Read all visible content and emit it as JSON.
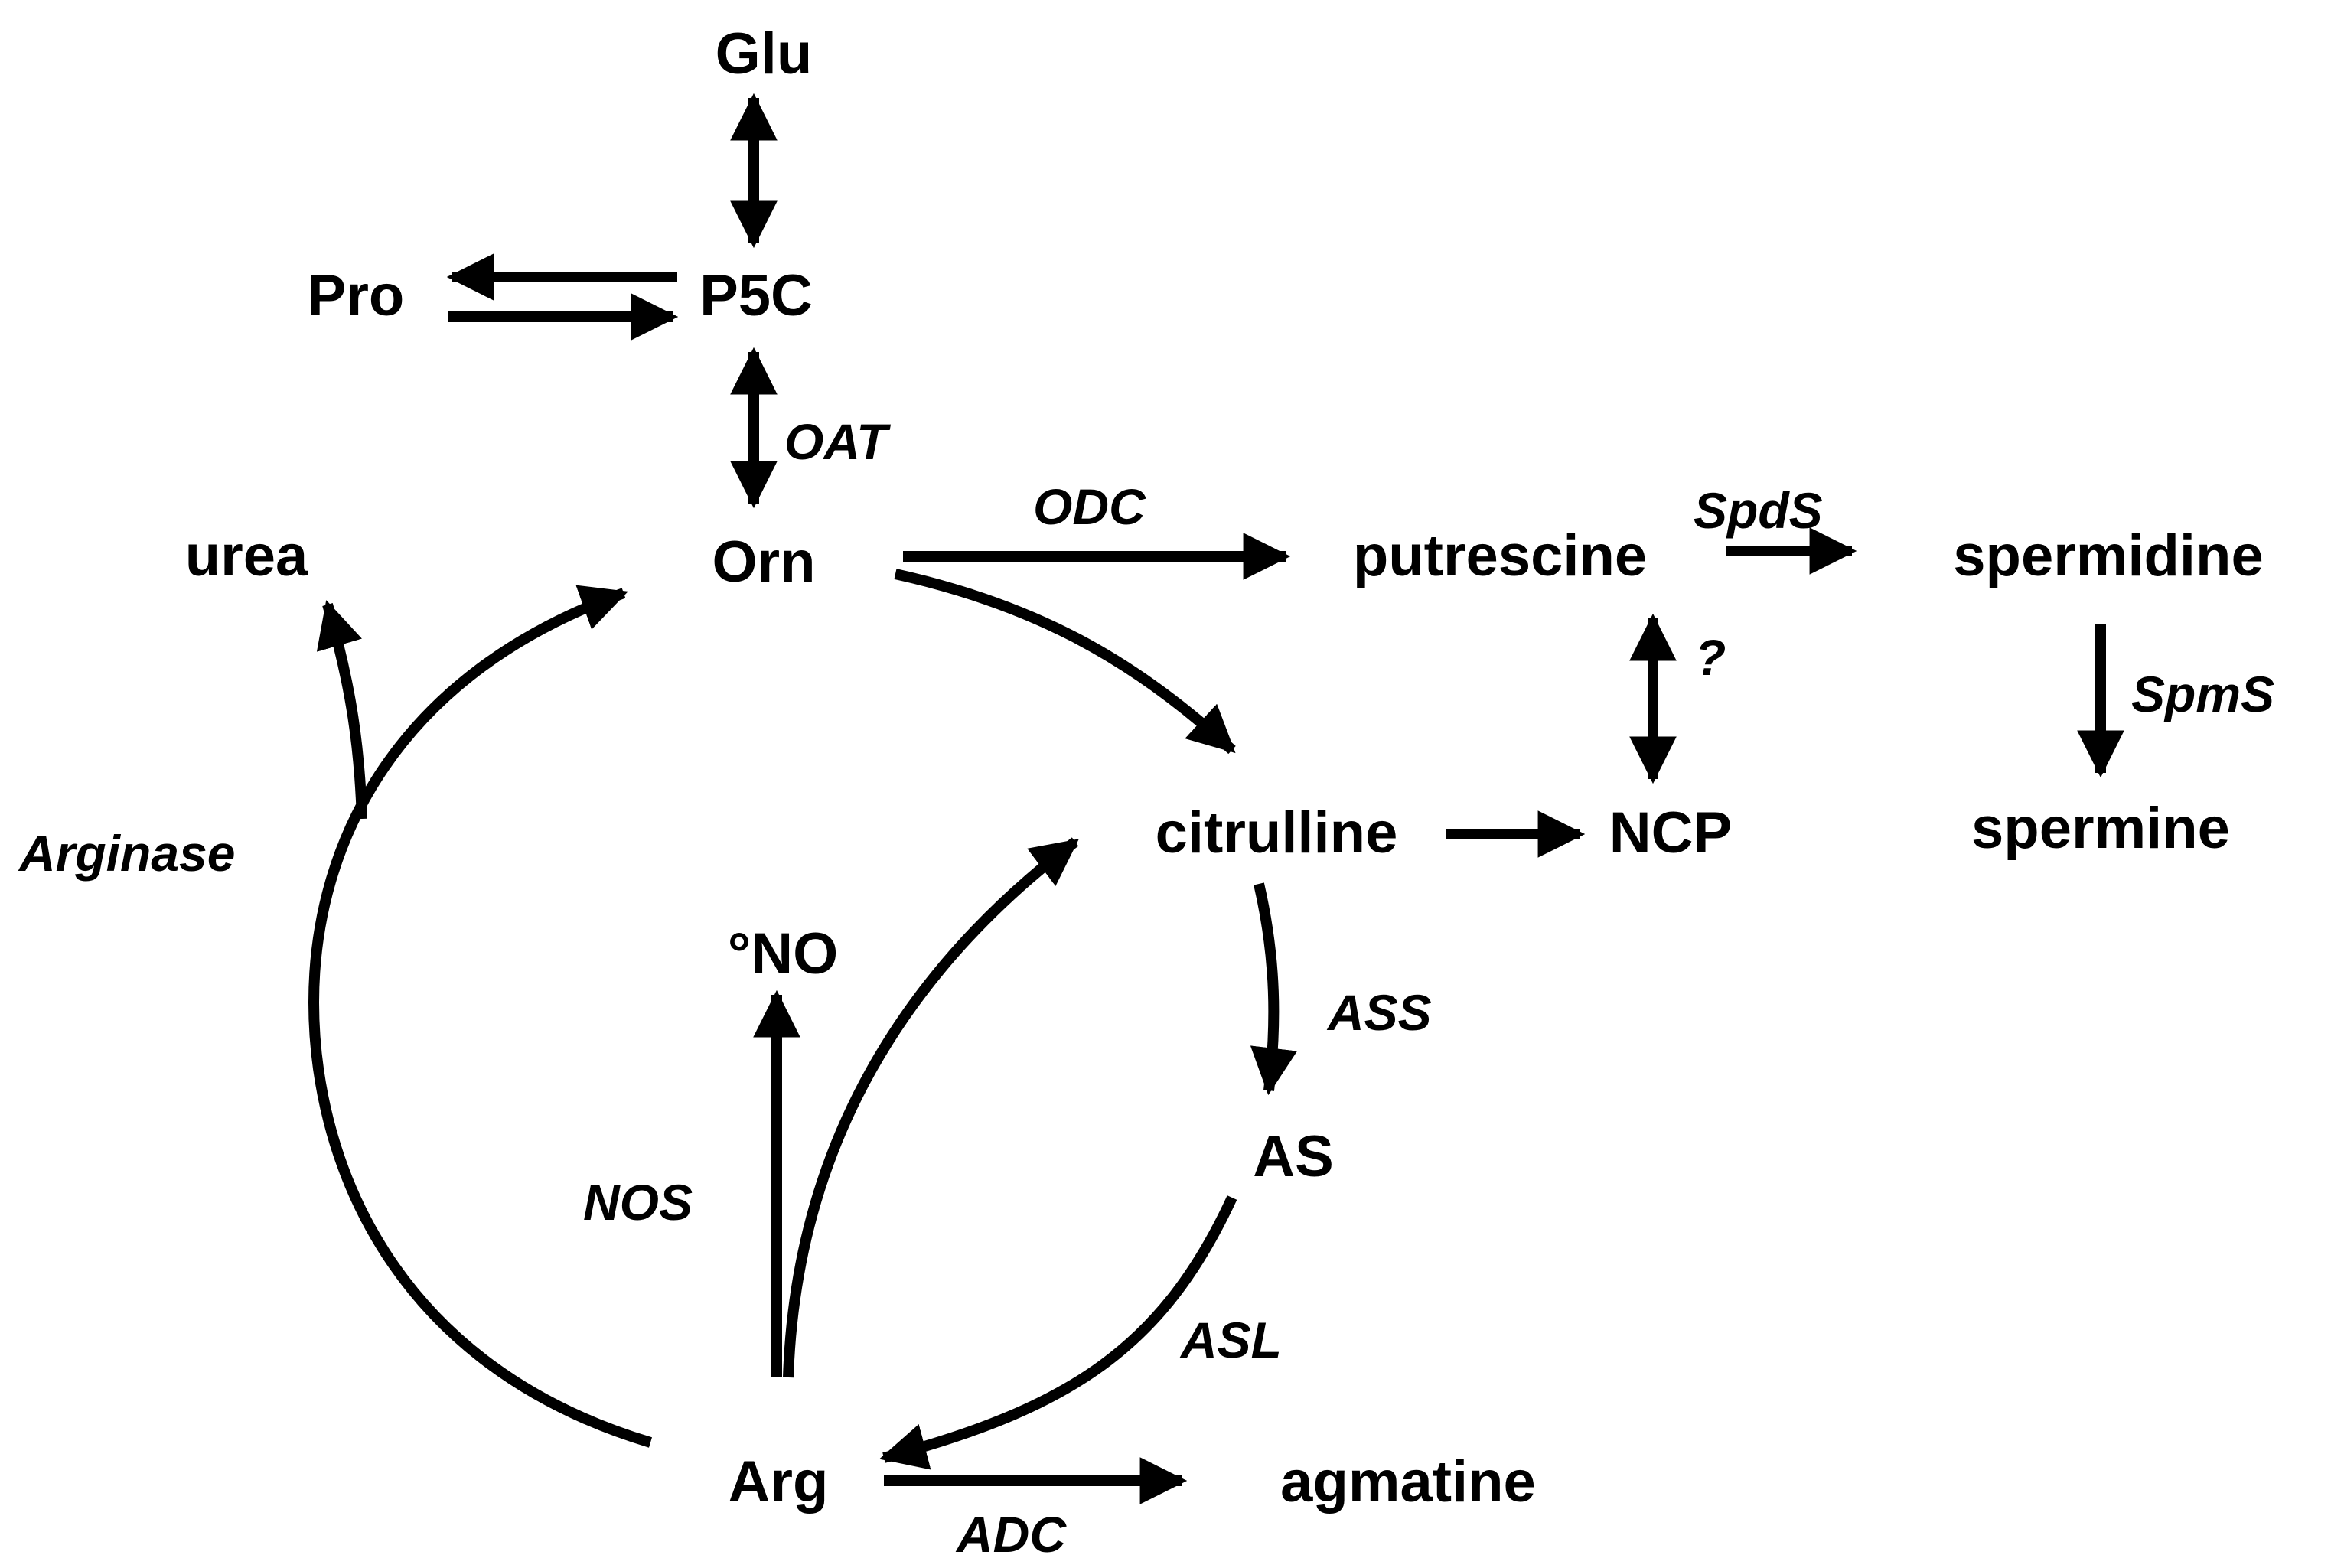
{
  "metabolites": {
    "glu": "Glu",
    "pro": "Pro",
    "p5c": "P5C",
    "orn": "Orn",
    "urea": "urea",
    "putrescine": "putrescine",
    "spermidine": "spermidine",
    "spermine": "spermine",
    "citrulline": "citrulline",
    "ncp": "NCP",
    "no": "°NO",
    "as": "AS",
    "arg": "Arg",
    "agmatine": "agmatine"
  },
  "enzymes": {
    "oat": "OAT",
    "odc": "ODC",
    "spds": "SpdS",
    "spms": "SpmS",
    "unknown": "?",
    "arginase": "Arginase",
    "nos": "NOS",
    "ass": "ASS",
    "asl": "ASL",
    "adc": "ADC"
  }
}
